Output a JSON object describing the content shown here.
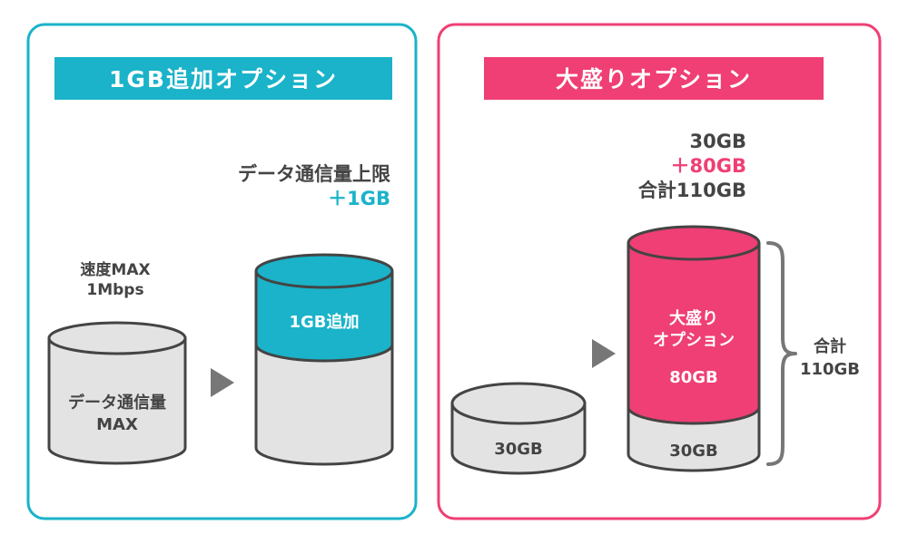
{
  "colors": {
    "teal": "#1ab3c9",
    "pink": "#ef3f74",
    "dark": "#444444",
    "gray": "#e3e3e3",
    "arrow": "#777777"
  },
  "left": {
    "title": "1GB追加オプション",
    "speed_line1": "速度MAX",
    "speed_line2": "1Mbps",
    "base_line1": "データ通信量",
    "base_line2": "MAX",
    "limit_label": "データ通信量上限",
    "limit_value": "＋1GB",
    "added_label": "1GB追加"
  },
  "right": {
    "title": "大盛りオプション",
    "base_label": "30GB",
    "sum_line1": "30GB",
    "sum_line2": "＋80GB",
    "sum_line3": "合計110GB",
    "option_line1": "大盛り",
    "option_line2": "オプション",
    "option_value": "80GB",
    "bottom_label": "30GB",
    "total_line1": "合計",
    "total_line2": "110GB"
  }
}
